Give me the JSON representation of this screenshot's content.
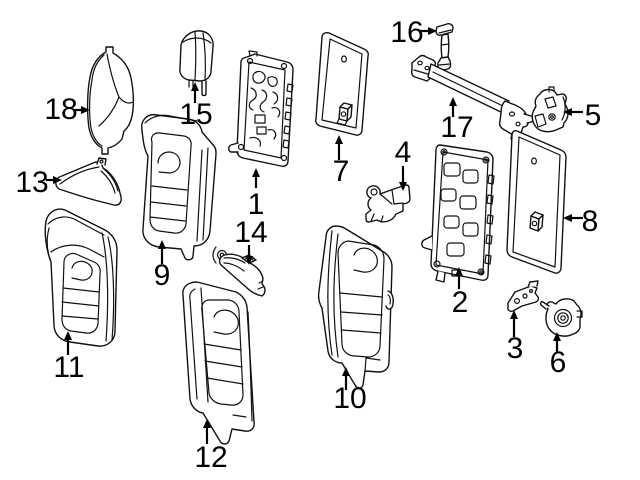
{
  "diagram": {
    "background": "#ffffff",
    "line_color": "#111111",
    "label_color": "#000000",
    "callouts": [
      {
        "label": "1"
      },
      {
        "label": "2"
      },
      {
        "label": "3"
      },
      {
        "label": "4"
      },
      {
        "label": "5"
      },
      {
        "label": "6"
      },
      {
        "label": "7"
      },
      {
        "label": "8"
      },
      {
        "label": "9"
      },
      {
        "label": "10"
      },
      {
        "label": "11"
      },
      {
        "label": "12"
      },
      {
        "label": "13"
      },
      {
        "label": "14"
      },
      {
        "label": "15"
      },
      {
        "label": "16"
      },
      {
        "label": "17"
      },
      {
        "label": "18"
      }
    ]
  }
}
